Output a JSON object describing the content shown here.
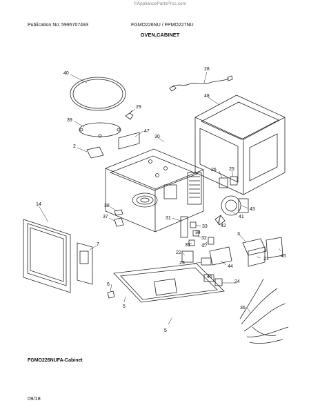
{
  "header": {
    "watermark": "©AppliancePartsPros.com",
    "publication": "Publication No: 5995707493",
    "models": "FGMO226NU / FPMO227NU",
    "section_title": "OVEN,CABINET"
  },
  "footer": {
    "caption": "FGMO226NUFA-Cabinet",
    "date": "09/18"
  },
  "callouts": [
    "40",
    "28",
    "29",
    "39",
    "47",
    "30",
    "48",
    "2",
    "26",
    "25",
    "14",
    "38",
    "43",
    "37",
    "31",
    "33",
    "34",
    "7",
    "32",
    "27",
    "35",
    "41",
    "42",
    "3",
    "21",
    "45",
    "22",
    "23",
    "44",
    "46",
    "24",
    "6",
    "5",
    "36"
  ]
}
